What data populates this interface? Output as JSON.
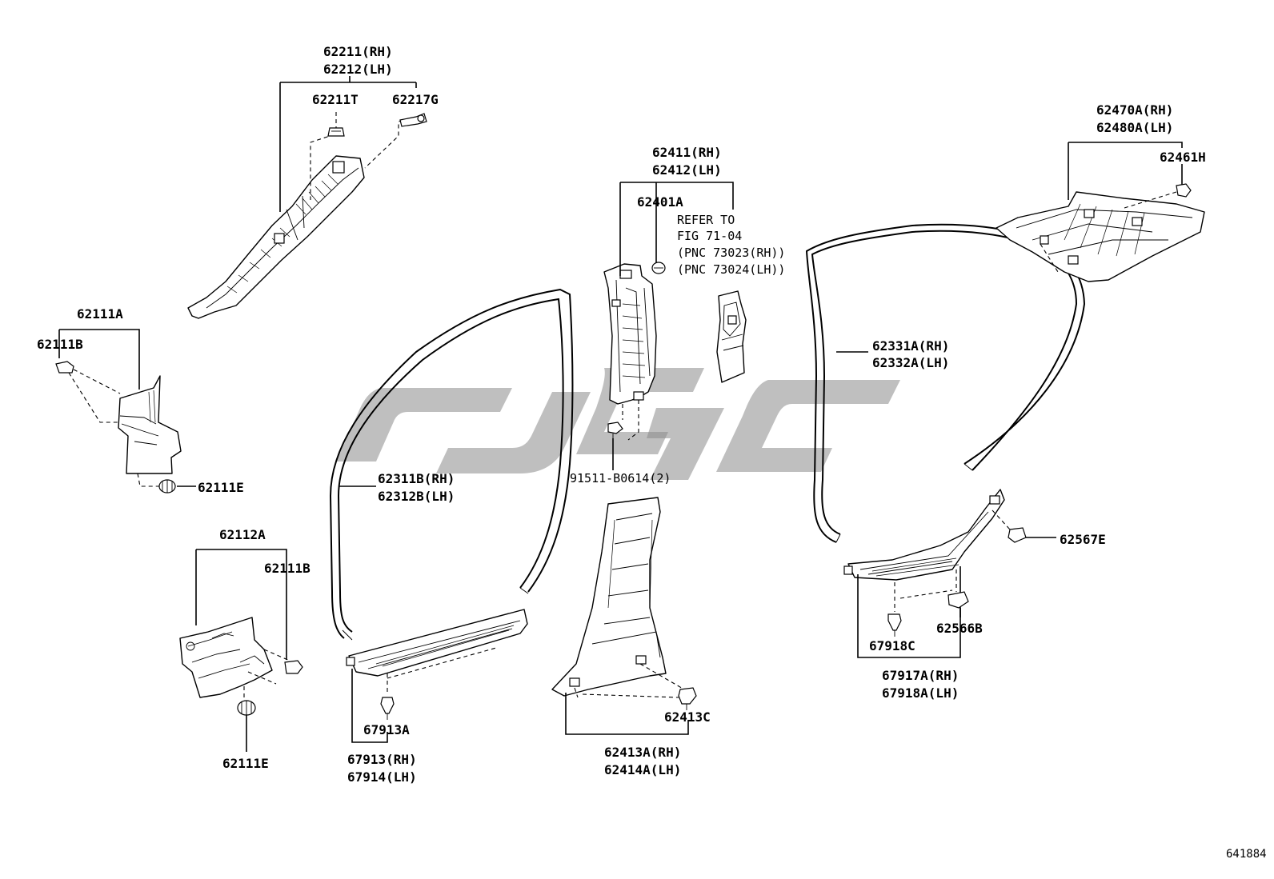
{
  "labels": {
    "a_pillar_upper": [
      "62211(RH)",
      "62212(LH)"
    ],
    "clip_62211t": "62211T",
    "clip_62217g": "62217G",
    "cowl_side_front": "62111A",
    "clip_62111b_top": "62111B",
    "nut_62111e_top": "62111E",
    "cowl_side_lower": "62112A",
    "clip_62111b_lower": "62111B",
    "nut_62111e_lower": "62111E",
    "center_pillar_upper": [
      "62411(RH)",
      "62412(LH)"
    ],
    "clip_62401a": "62401A",
    "refer_note": [
      "REFER TO",
      "FIG 71-04",
      "(PNC 73023(RH))",
      "(PNC 73024(LH))"
    ],
    "bolt_91511": "91511-B0614(2)",
    "front_door_weatherstrip": [
      "62311B(RH)",
      "62312B(LH)"
    ],
    "front_scuff_plate": [
      "67913(RH)",
      "67914(LH)"
    ],
    "clip_67913a": "67913A",
    "center_pillar_lower": [
      "62413A(RH)",
      "62414A(LH)"
    ],
    "clip_62413c": "62413C",
    "rear_door_weatherstrip": [
      "62331A(RH)",
      "62332A(LH)"
    ],
    "roof_side_rear": [
      "62470A(RH)",
      "62480A(LH)"
    ],
    "clip_62461h": "62461H",
    "clip_62567e": "62567E",
    "clip_62566b": "62566B",
    "clip_67918c": "67918C",
    "rear_scuff_plate": [
      "67917A(RH)",
      "67918A(LH)"
    ],
    "figure_number": "641884"
  },
  "watermark": {
    "color": "#8a8a8a"
  }
}
